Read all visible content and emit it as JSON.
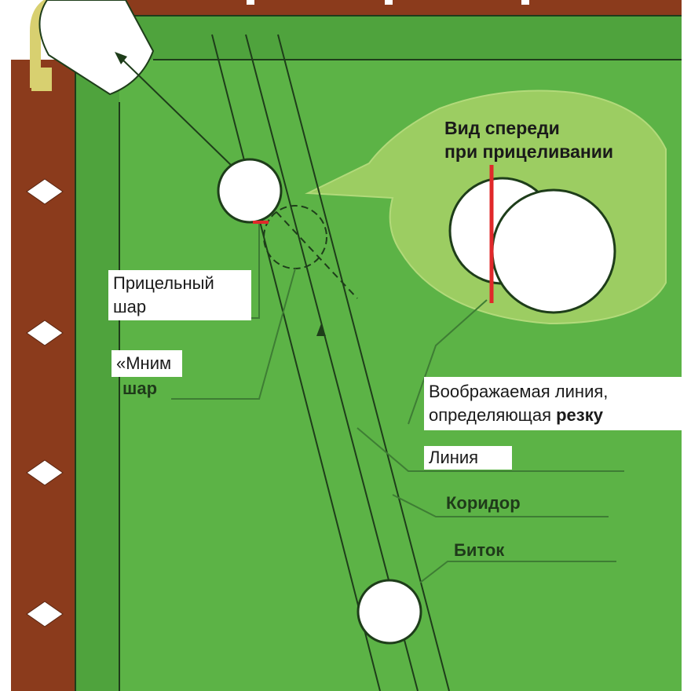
{
  "colors": {
    "felt": "#5cb346",
    "felt_light": "#9ccd62",
    "rail_wood": "#8b3b1c",
    "diamond": "#ffffff",
    "aim_line": "#e0282a",
    "line": "#1e3d1a"
  },
  "labels": {
    "front_view_line1": "Вид спереди",
    "front_view_line2": "при прицеливании",
    "aim_ball_line1": "Прицельный",
    "aim_ball_line2": "шар",
    "ghost_ball_line1": "«Мним",
    "ghost_ball_line2": "шар",
    "imaginary_line_line1": "Воображаемая линия,",
    "imaginary_line_line2_a": "определяющая",
    "imaginary_line_line2_b": "резку",
    "line": "Линия",
    "corridor": "Коридор",
    "cue_ball": "Биток"
  }
}
